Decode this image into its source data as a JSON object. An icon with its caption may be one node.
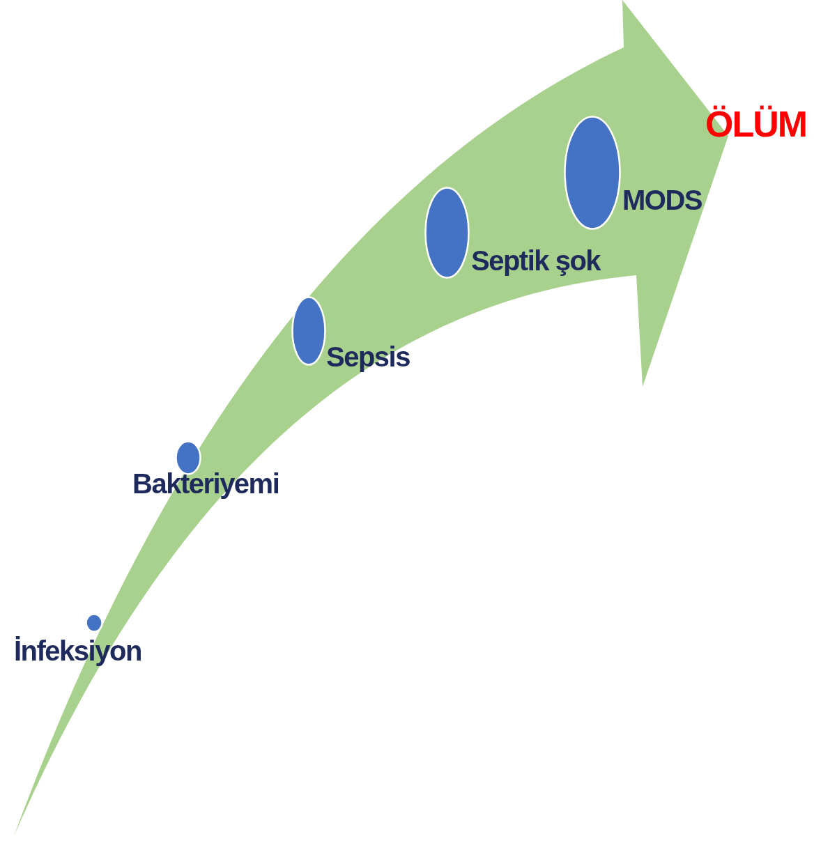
{
  "diagram": {
    "nodes": [
      {
        "text": [],
        "shape": "circle",
        "beside": [
          "İnfeksiyon"
        ]
      },
      {
        "text": [],
        "shape": "circle",
        "beside": [
          "Bakteriyemi"
        ]
      },
      {
        "text": [],
        "shape": "circle",
        "beside": [
          "Sepsis"
        ]
      },
      {
        "text": [],
        "shape": "circle",
        "beside": [
          "Septik şok"
        ]
      },
      {
        "text": [],
        "shape": "circle",
        "beside": [
          "MODS"
        ]
      }
    ],
    "edges": [],
    "labels": [
      "ÖLÜM"
    ]
  }
}
